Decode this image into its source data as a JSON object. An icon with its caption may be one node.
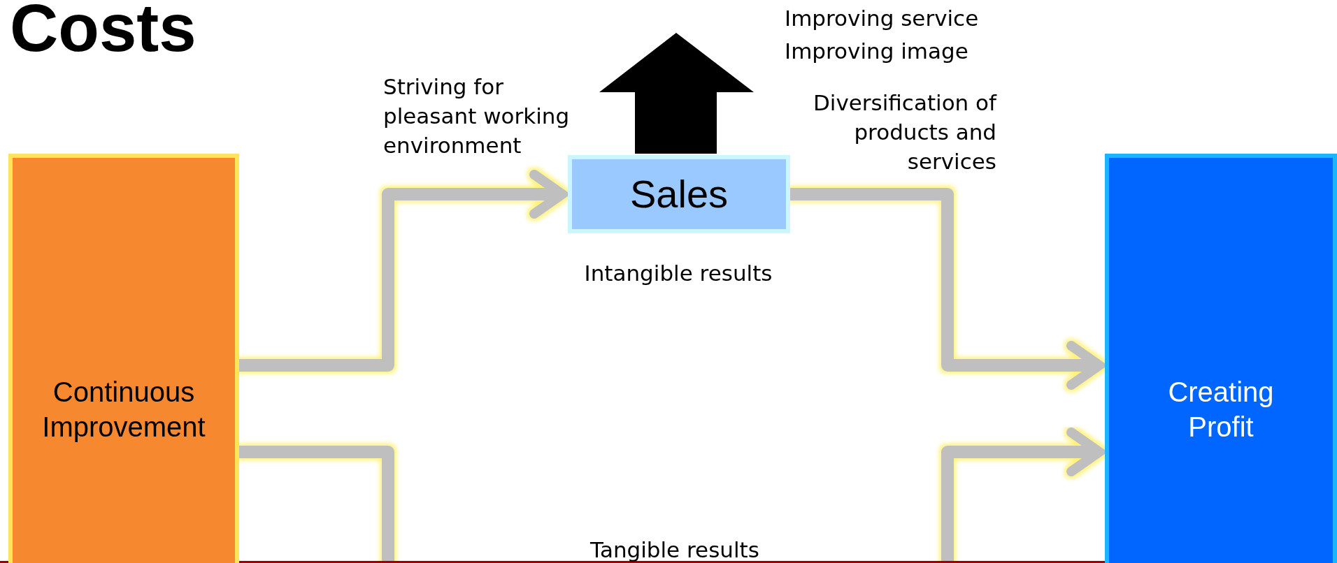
{
  "diagram": {
    "title": "Costs",
    "nodes": [
      {
        "text": [
          "Continuous Improvement"
        ]
      },
      {
        "text": [
          "Sales"
        ]
      },
      {
        "text": [
          "Creating Profit"
        ]
      }
    ],
    "edges": [
      {
        "from": 0,
        "to": 1,
        "arrow": "to"
      },
      {
        "from": 1,
        "to": 2,
        "arrow": "to"
      },
      {
        "from": 0,
        "to": null,
        "arrow": "none"
      },
      {
        "from": null,
        "to": 2,
        "arrow": "to"
      }
    ],
    "labels": [
      "Striving for pleasant working environment",
      "Improving service",
      "Improving image",
      "Diversification of products and services",
      "Intangible results",
      "Tangible results"
    ]
  }
}
